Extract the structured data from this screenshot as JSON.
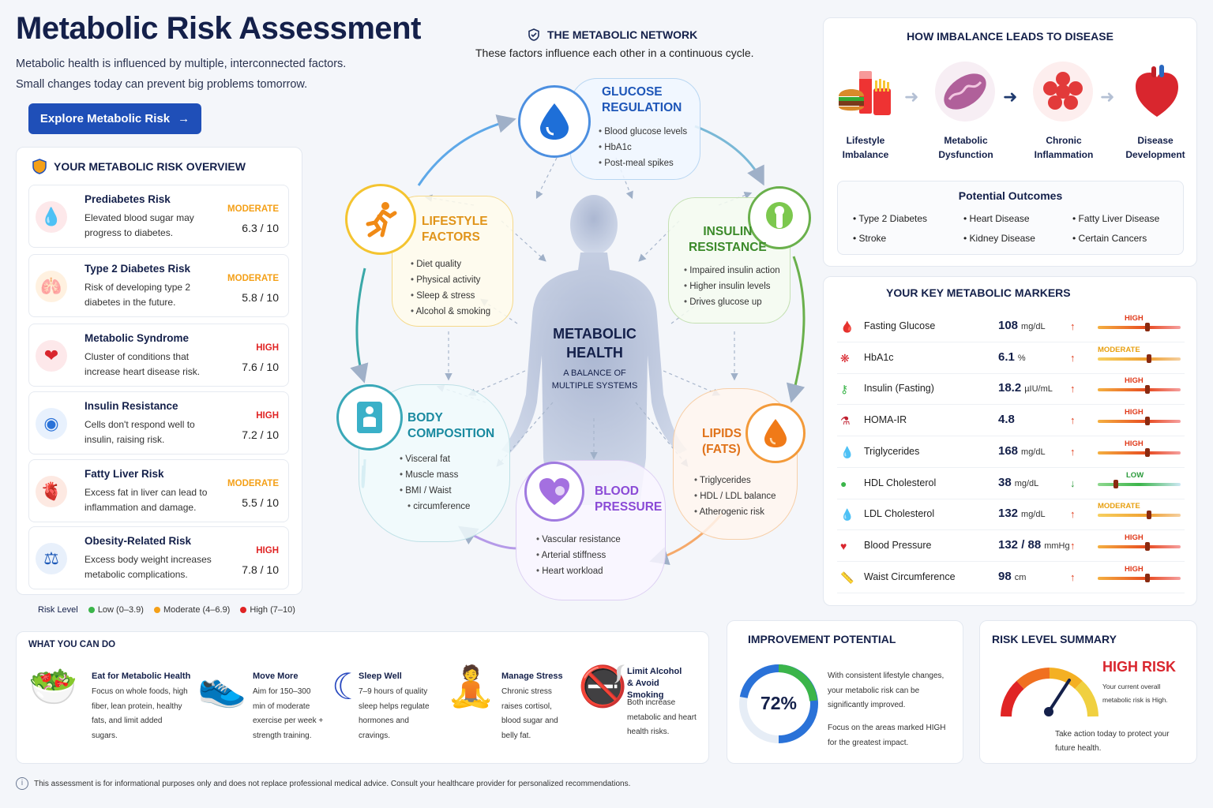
{
  "header": {
    "title": "Metabolic Risk Assessment",
    "intro_line1": "Metabolic health is influenced by multiple, interconnected factors.",
    "intro_line2": "Small changes today can prevent big problems tomorrow.",
    "cta_label": "Explore Metabolic Risk",
    "cta_arrow": "→"
  },
  "overview": {
    "title": "YOUR METABOLIC RISK OVERVIEW",
    "items": [
      {
        "title": "Prediabetes Risk",
        "desc": "Elevated blood sugar may progress to diabetes.",
        "level": "MODERATE",
        "score": "6.3 / 10",
        "icon": "blood-drop-icon",
        "color": "#f4a018"
      },
      {
        "title": "Type 2 Diabetes Risk",
        "desc": "Risk of developing type 2 diabetes in the future.",
        "level": "MODERATE",
        "score": "5.8 / 10",
        "icon": "pancreas-icon",
        "color": "#f4a018"
      },
      {
        "title": "Metabolic Syndrome",
        "desc": "Cluster of conditions that increase heart disease risk.",
        "level": "HIGH",
        "score": "7.6 / 10",
        "icon": "heart-icon",
        "color": "#e02424"
      },
      {
        "title": "Insulin Resistance",
        "desc": "Cells don't respond well to insulin, raising risk.",
        "level": "HIGH",
        "score": "7.2 / 10",
        "icon": "cell-icon",
        "color": "#e02424"
      },
      {
        "title": "Fatty Liver Risk",
        "desc": "Excess fat in liver can lead to inflammation and damage.",
        "level": "MODERATE",
        "score": "5.5 / 10",
        "icon": "liver-icon",
        "color": "#f4a018"
      },
      {
        "title": "Obesity-Related Risk",
        "desc": "Excess body weight increases metabolic complications.",
        "level": "HIGH",
        "score": "7.8 / 10",
        "icon": "scale-icon",
        "color": "#e02424"
      }
    ],
    "legend_label": "Risk Level",
    "legend": [
      {
        "label": "Low (0–3.9)",
        "color": "#3bb54a"
      },
      {
        "label": "Moderate (4–6.9)",
        "color": "#f4a018"
      },
      {
        "label": "High (7–10)",
        "color": "#e02424"
      }
    ]
  },
  "network": {
    "title": "THE METABOLIC NETWORK",
    "subtitle": "These factors influence each other in a continuous cycle.",
    "center_title_1": "METABOLIC",
    "center_title_2": "HEALTH",
    "center_sub_1": "A BALANCE OF",
    "center_sub_2": "MULTIPLE SYSTEMS",
    "glucose": {
      "title_1": "GLUCOSE",
      "title_2": "REGULATION",
      "items": [
        "Blood glucose levels",
        "HbA1c",
        "Post-meal spikes"
      ]
    },
    "insulin": {
      "title_1": "INSULIN",
      "title_2": "RESISTANCE",
      "items": [
        "Impaired insulin action",
        "Higher insulin levels",
        "Drives glucose up"
      ]
    },
    "lifestyle": {
      "title_1": "LIFESTYLE",
      "title_2": "FACTORS",
      "items": [
        "Diet quality",
        "Physical activity",
        "Sleep & stress",
        "Alcohol & smoking"
      ]
    },
    "body": {
      "title_1": "BODY",
      "title_2": "COMPOSITION",
      "items": [
        "Visceral fat",
        "Muscle mass",
        "BMI / Waist",
        "circumference"
      ]
    },
    "lipids": {
      "title_1": "LIPIDS",
      "title_2": "(FATS)",
      "items": [
        "Triglycerides",
        "HDL / LDL balance",
        "Atherogenic risk"
      ]
    },
    "bp": {
      "title_1": "BLOOD",
      "title_2": "PRESSURE",
      "items": [
        "Vascular resistance",
        "Arterial stiffness",
        "Heart workload"
      ]
    }
  },
  "imbalance": {
    "title": "HOW IMBALANCE LEADS TO DISEASE",
    "steps": [
      {
        "l1": "Lifestyle",
        "l2": "Imbalance",
        "icon": "fast-food-icon"
      },
      {
        "l1": "Metabolic",
        "l2": "Dysfunction",
        "icon": "mitochondria-icon"
      },
      {
        "l1": "Chronic",
        "l2": "Inflammation",
        "icon": "inflammation-icon"
      },
      {
        "l1": "Disease",
        "l2": "Development",
        "icon": "heart-organ-icon"
      }
    ],
    "outcomes_title": "Potential Outcomes",
    "outcomes": [
      "Type 2 Diabetes",
      "Heart Disease",
      "Fatty Liver Disease",
      "Stroke",
      "Kidney Disease",
      "Certain Cancers"
    ]
  },
  "markers": {
    "title": "YOUR KEY METABOLIC MARKERS",
    "rows": [
      {
        "name": "Fasting Glucose",
        "value": "108",
        "unit": "mg/dL",
        "trend": "↑",
        "tag": "HIGH",
        "icon": "blood-drop-icon"
      },
      {
        "name": "HbA1c",
        "value": "6.1",
        "unit": "%",
        "trend": "↑",
        "tag": "MODERATE",
        "icon": "cells-icon"
      },
      {
        "name": "Insulin (Fasting)",
        "value": "18.2",
        "unit": "µIU/mL",
        "trend": "↑",
        "tag": "HIGH",
        "icon": "key-icon"
      },
      {
        "name": "HOMA-IR",
        "value": "4.8",
        "unit": "",
        "trend": "↑",
        "tag": "HIGH",
        "icon": "lab-icon"
      },
      {
        "name": "Triglycerides",
        "value": "168",
        "unit": "mg/dL",
        "trend": "↑",
        "tag": "HIGH",
        "icon": "fat-drop-icon"
      },
      {
        "name": "HDL Cholesterol",
        "value": "38",
        "unit": "mg/dL",
        "trend": "↓",
        "tag": "LOW",
        "icon": "green-dot-icon"
      },
      {
        "name": "LDL Cholesterol",
        "value": "132",
        "unit": "mg/dL",
        "trend": "↑",
        "tag": "MODERATE",
        "icon": "fat-drop-icon"
      },
      {
        "name": "Blood Pressure",
        "value": "132 / 88",
        "unit": "mmHg",
        "trend": "↑",
        "tag": "HIGH",
        "icon": "heart-pulse-icon"
      },
      {
        "name": "Waist Circumference",
        "value": "98",
        "unit": "cm",
        "trend": "↑",
        "tag": "HIGH",
        "icon": "tape-measure-icon"
      }
    ]
  },
  "actions": {
    "title": "WHAT YOU CAN DO",
    "items": [
      {
        "title": "Eat for Metabolic Health",
        "desc": "Focus on whole foods, high fiber, lean protein, healthy fats, and limit added sugars.",
        "icon": "salad-bowl-icon"
      },
      {
        "title": "Move More",
        "desc": "Aim for 150–300 min of moderate exercise per week + strength training.",
        "icon": "sneaker-icon"
      },
      {
        "title": "Sleep Well",
        "desc": "7–9 hours of quality sleep helps regulate hormones and cravings.",
        "icon": "moon-icon"
      },
      {
        "title": "Manage Stress",
        "desc": "Chronic stress raises cortisol, blood sugar and belly fat.",
        "icon": "meditation-icon"
      },
      {
        "title": "Limit Alcohol & Avoid Smoking",
        "desc": "Both increase metabolic and heart health risks.",
        "icon": "no-smoking-icon"
      }
    ]
  },
  "improvement": {
    "title": "IMPROVEMENT POTENTIAL",
    "percent": "72%",
    "percent_value": 72,
    "text1": "With consistent lifestyle changes, your metabolic risk can be significantly improved.",
    "text2": "Focus on the areas marked HIGH for the greatest impact."
  },
  "summary": {
    "title": "RISK LEVEL SUMMARY",
    "level": "HIGH RISK",
    "desc": "Your current overall metabolic risk is High.",
    "action": "Take action today to protect your future health."
  },
  "footer": {
    "disclaimer": "This assessment is for informational purposes only and does not replace professional medical advice. Consult your healthcare provider for personalized recommendations."
  }
}
